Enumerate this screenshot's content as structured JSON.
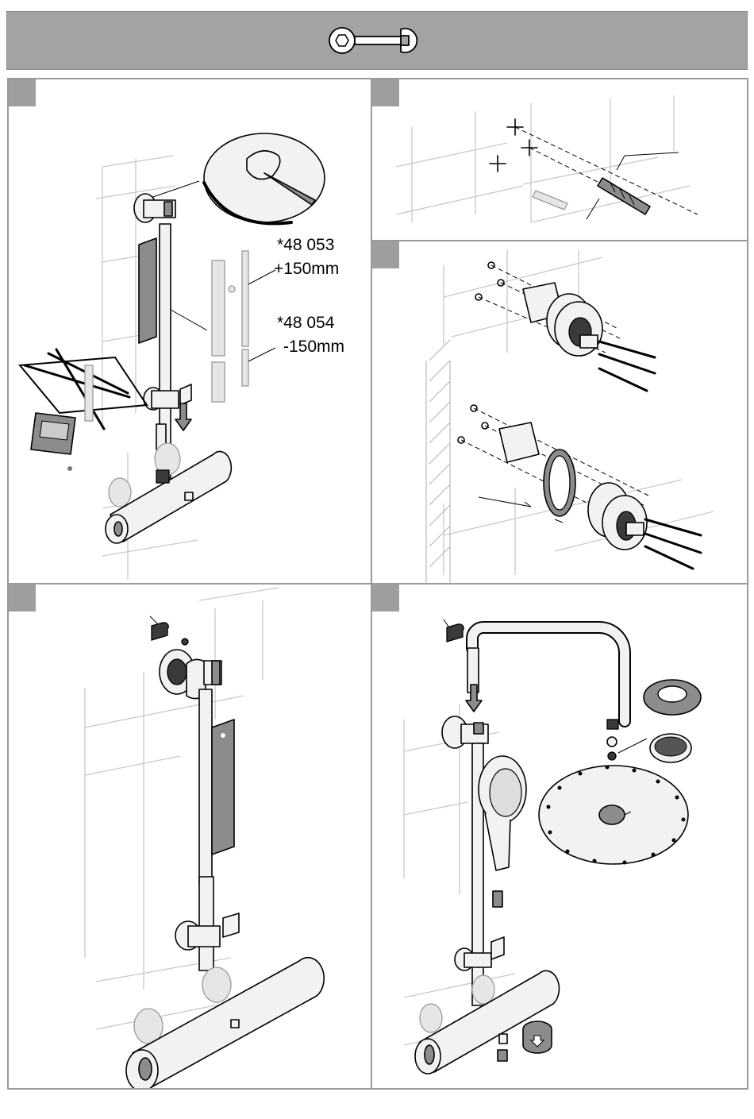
{
  "header": {
    "icon": "wrench-with-nut-icon",
    "background_color": "#a3a3a3"
  },
  "panels": [
    {
      "id": "panel-1",
      "labels": [
        "*48 053",
        "+150mm",
        "*48 054",
        "-150mm"
      ]
    },
    {
      "id": "panel-2"
    },
    {
      "id": "panel-3"
    },
    {
      "id": "panel-4"
    },
    {
      "id": "panel-5"
    }
  ],
  "colors": {
    "step_tab": "#9e9e9e",
    "panel_border": "#9a9a9a",
    "tile_line": "#c8c8c8"
  }
}
